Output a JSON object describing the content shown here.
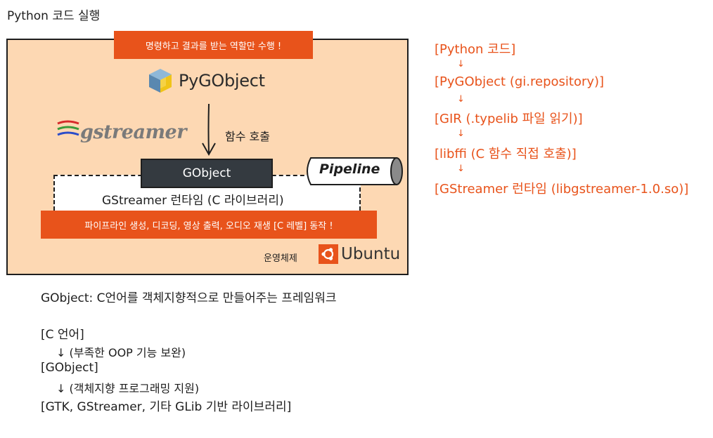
{
  "header": {
    "title": "Python 코드 실행"
  },
  "diagram": {
    "top_banner": "명령하고 결과를 받는 역할만 수행 !",
    "pygobject_logo": "PyGObject",
    "gstreamer_logo": "gstreamer",
    "call_label": "함수 호출",
    "gobject_box": "GObject",
    "pipeline_label": "Pipeline",
    "runtime_label": "GStreamer 런타임 (C 라이브러리)",
    "bottom_banner": "파이프라인 생성, 디코딩, 영상 출력, 오디오 재생 [C 레벨] 동작 !",
    "os_label": "운영체제",
    "ubuntu_logo": "Ubuntu",
    "colors": {
      "accent": "#e8531b",
      "frame_fill": "#fdd8b3",
      "dark_box": "#343a40"
    }
  },
  "flow": {
    "steps": [
      "[Python 코드]",
      "[PyGObject (gi.repository)]",
      "[GIR (.typelib 파일 읽기)]",
      "[libffi (C 함수 직접 호출)]",
      "[GStreamer 런타임 (libgstreamer-1.0.so)]"
    ],
    "arrow": "↓"
  },
  "notes": {
    "description": "GObject: C언어를 객체지향적으로 만들어주는 프레임워크",
    "stack": [
      "[C 언어]",
      "↓ (부족한 OOP 기능 보완)",
      "[GObject]",
      "↓ (객체지향 프로그래밍 지원)",
      "[GTK, GStreamer, 기타 GLib 기반 라이브러리]"
    ]
  }
}
